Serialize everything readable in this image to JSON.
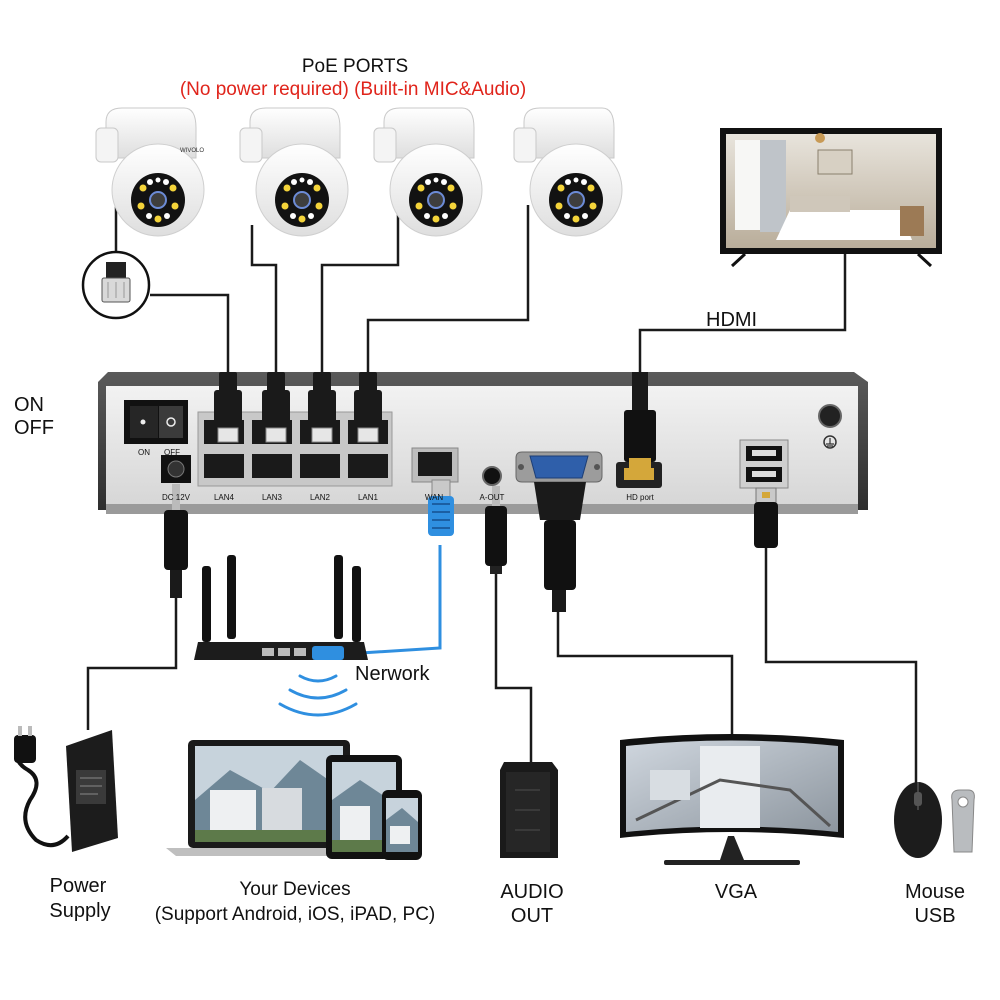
{
  "header": {
    "title": "PoE PORTS",
    "subtitle": "(No power required) (Built-in MIC&Audio)"
  },
  "power_switch": {
    "on_label": "ON",
    "off_label": "OFF",
    "switch_on": "ON",
    "switch_off": "OFF"
  },
  "nvr": {
    "lan_ports": [
      "LAN4",
      "LAN3",
      "LAN2",
      "LAN1"
    ],
    "dc_label": "DC 12V",
    "wan_label": "WAN",
    "aout_label": "A-OUT",
    "hd_port_label": "HD port"
  },
  "camera": {
    "brand": "WIVOLO",
    "count": 4
  },
  "connections": {
    "hdmi": "HDMI",
    "network": "Nerwork"
  },
  "devices": {
    "power_supply": [
      "Power",
      "Supply"
    ],
    "your_devices": [
      "Your Devices",
      "(Support Android, iOS, iPAD, PC)"
    ],
    "audio_out": [
      "AUDIO",
      "OUT"
    ],
    "vga": "VGA",
    "mouse_usb": [
      "Mouse",
      "USB"
    ]
  },
  "colors": {
    "cable": "#1a1a1a",
    "network_cable": "#2f8fe0",
    "accent_red": "#e0241b",
    "nvr_body": "#4a4a4a",
    "nvr_front": "#e9e9e9"
  }
}
